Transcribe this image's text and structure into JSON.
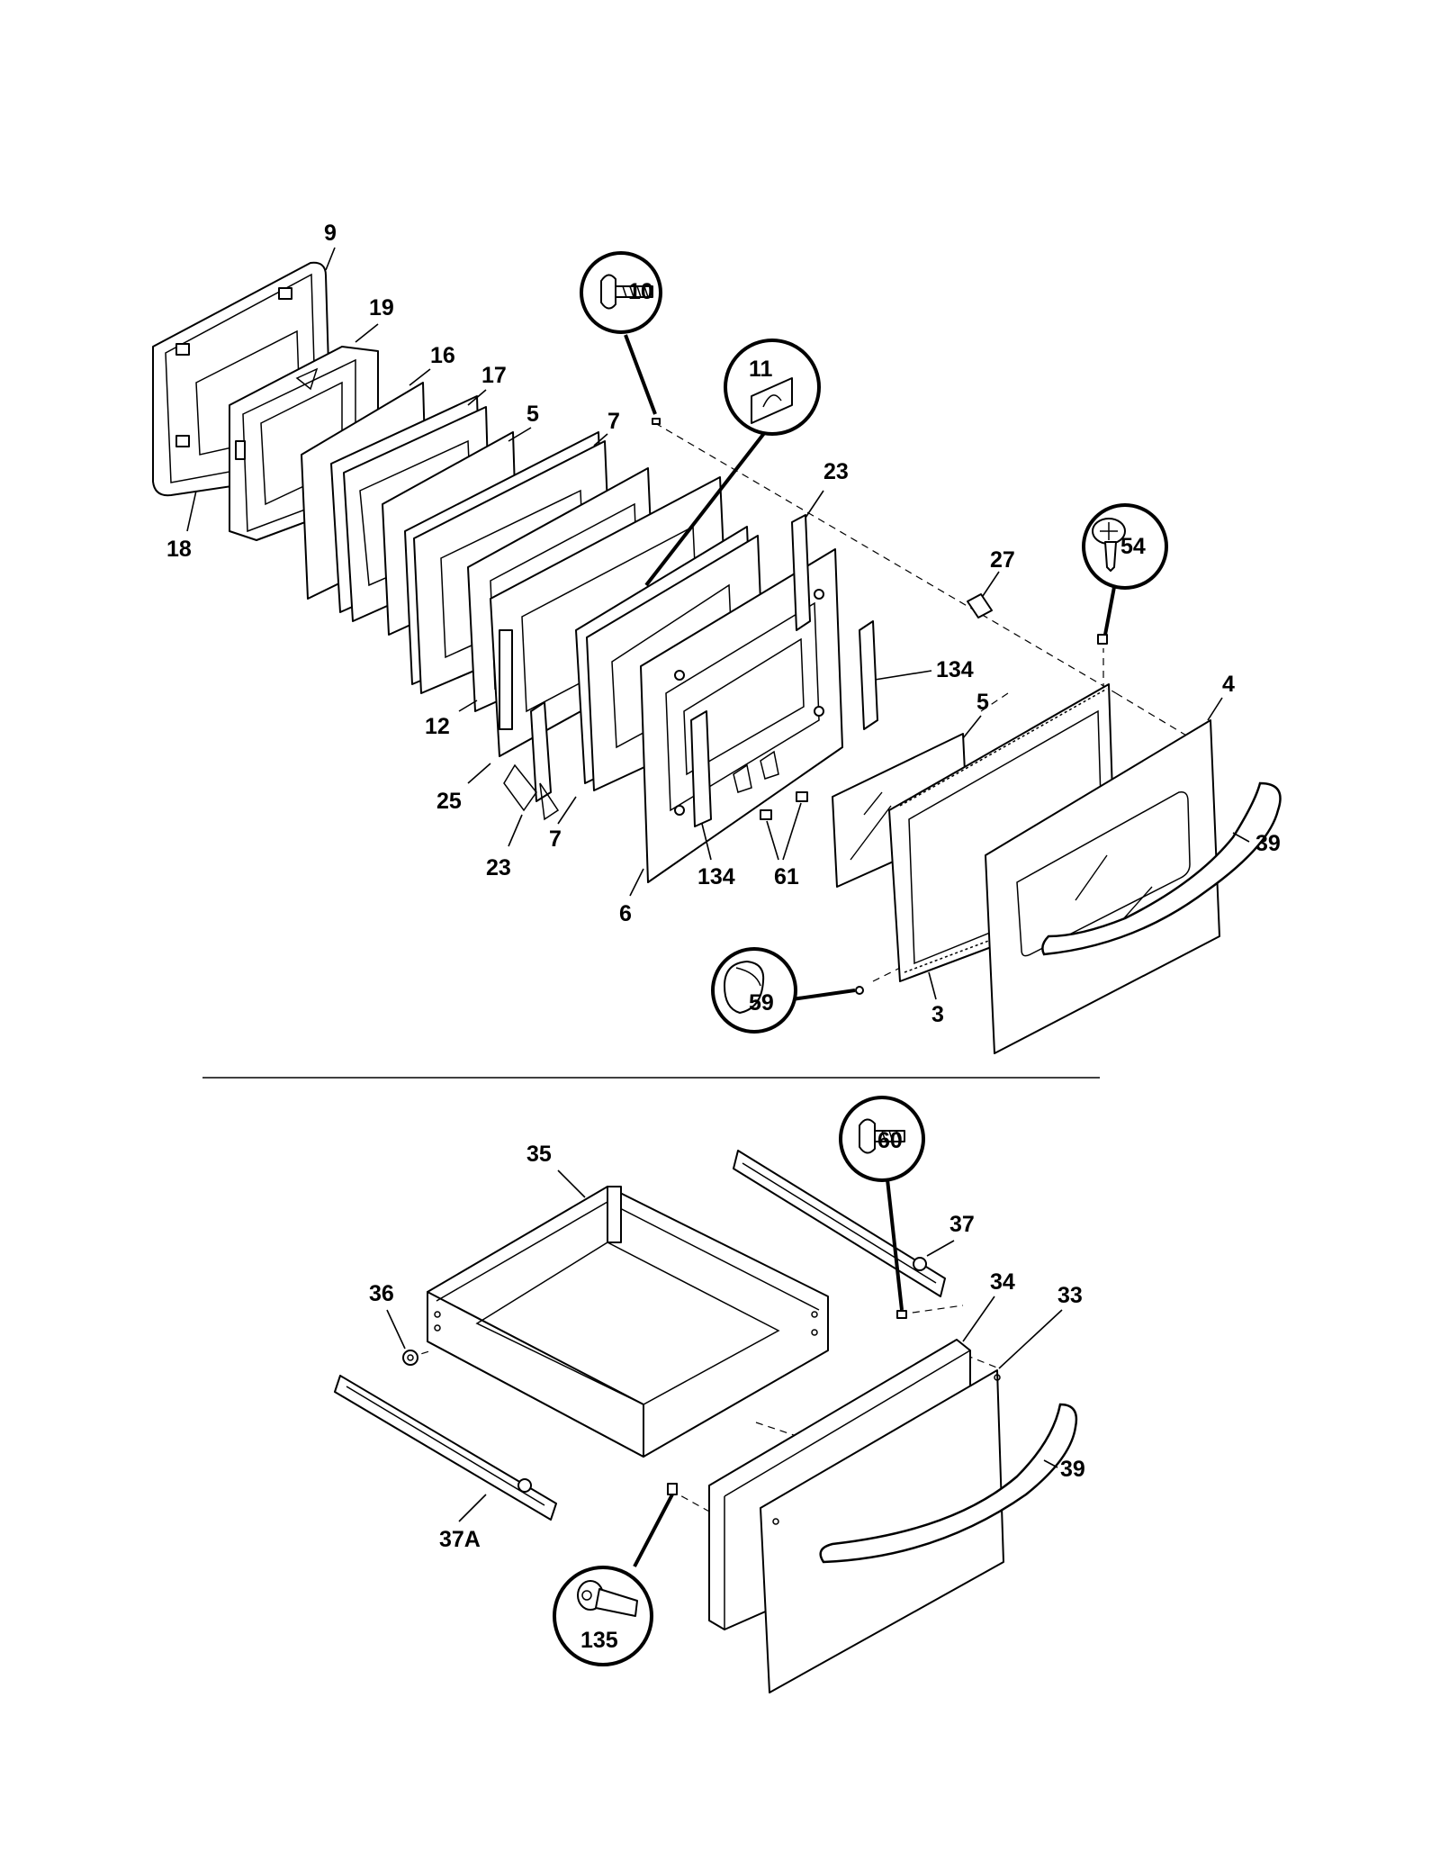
{
  "diagram": {
    "colors": {
      "line": "#000000",
      "background": "#ffffff"
    },
    "upper_assembly": {
      "labels": {
        "p9": "9",
        "p19": "19",
        "p16": "16",
        "p17": "17",
        "p5a": "5",
        "p7a": "7",
        "p18": "18",
        "p12": "12",
        "p25": "25",
        "p23a": "23",
        "p7b": "7",
        "p6": "6",
        "p134a": "134",
        "p61": "61",
        "p23b": "23",
        "p27": "27",
        "p134b": "134",
        "p5b": "5",
        "p4": "4",
        "p39a": "39",
        "p3": "3"
      },
      "callouts": {
        "c10": "10",
        "c11": "11",
        "c54": "54",
        "c59": "59"
      }
    },
    "lower_assembly": {
      "labels": {
        "p35": "35",
        "p37": "37",
        "p36": "36",
        "p34": "34",
        "p33": "33",
        "p39b": "39",
        "p37a": "37A"
      },
      "callouts": {
        "c60": "60",
        "c135": "135"
      }
    }
  }
}
